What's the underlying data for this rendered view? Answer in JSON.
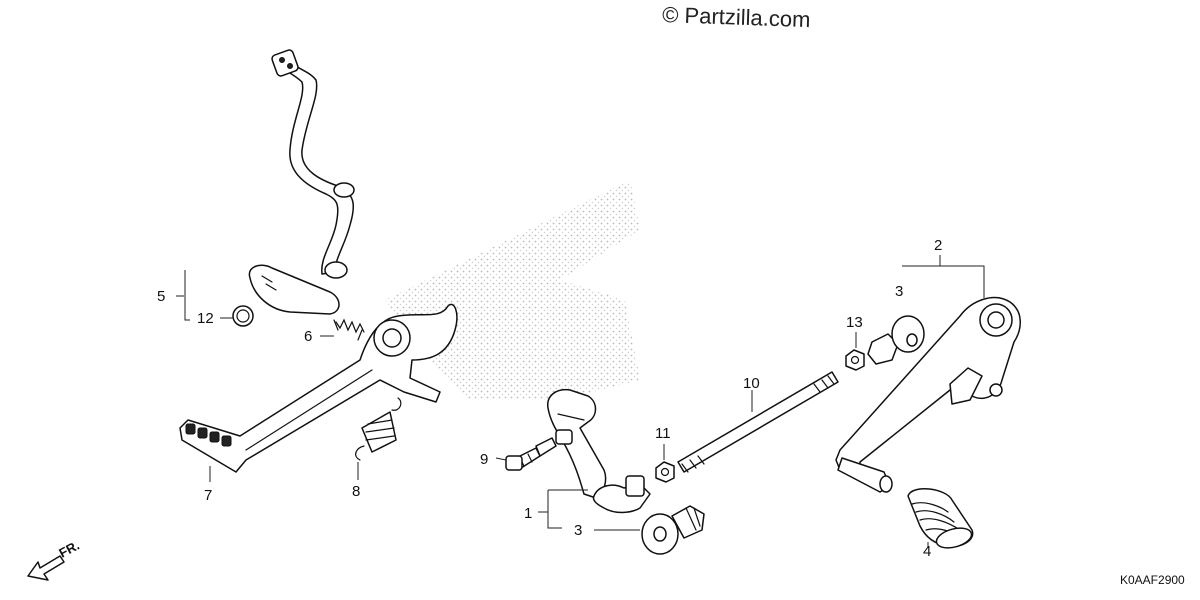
{
  "watermark": "© Partzilla.com",
  "diagram_code": "K0AAF2900",
  "direction_label": "FR.",
  "callouts": {
    "n1": "1",
    "n2": "2",
    "n3a": "3",
    "n3b": "3",
    "n4": "4",
    "n5": "5",
    "n6": "6",
    "n7": "7",
    "n8": "8",
    "n9": "9",
    "n10": "10",
    "n11": "11",
    "n12": "12",
    "n13": "13"
  },
  "colors": {
    "ink": "#111111",
    "stipple": "#bbbbbb",
    "background": "#ffffff"
  }
}
